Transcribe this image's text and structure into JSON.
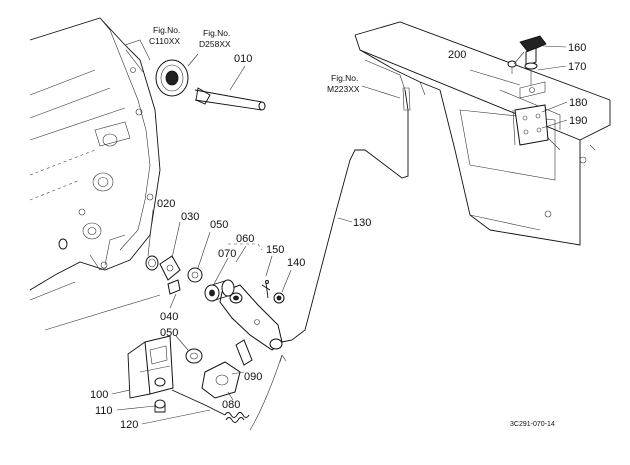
{
  "fig_refs": {
    "c110": {
      "label": "Fig.No.",
      "code": "C110XX"
    },
    "d258": {
      "label": "Fig.No.",
      "code": "D258XX"
    },
    "m223": {
      "label": "Fig.No.",
      "code": "M223XX"
    }
  },
  "parts": {
    "p010": "010",
    "p020": "020",
    "p030": "030",
    "p040": "040",
    "p050a": "050",
    "p050b": "050",
    "p060": "060",
    "p070": "070",
    "p080": "080",
    "p090": "090",
    "p100": "100",
    "p110": "110",
    "p120": "120",
    "p130": "130",
    "p140": "140",
    "p150": "150",
    "p160": "160",
    "p170": "170",
    "p180": "180",
    "p190": "190",
    "p200": "200"
  },
  "drawing_code": "3C291-070-14"
}
